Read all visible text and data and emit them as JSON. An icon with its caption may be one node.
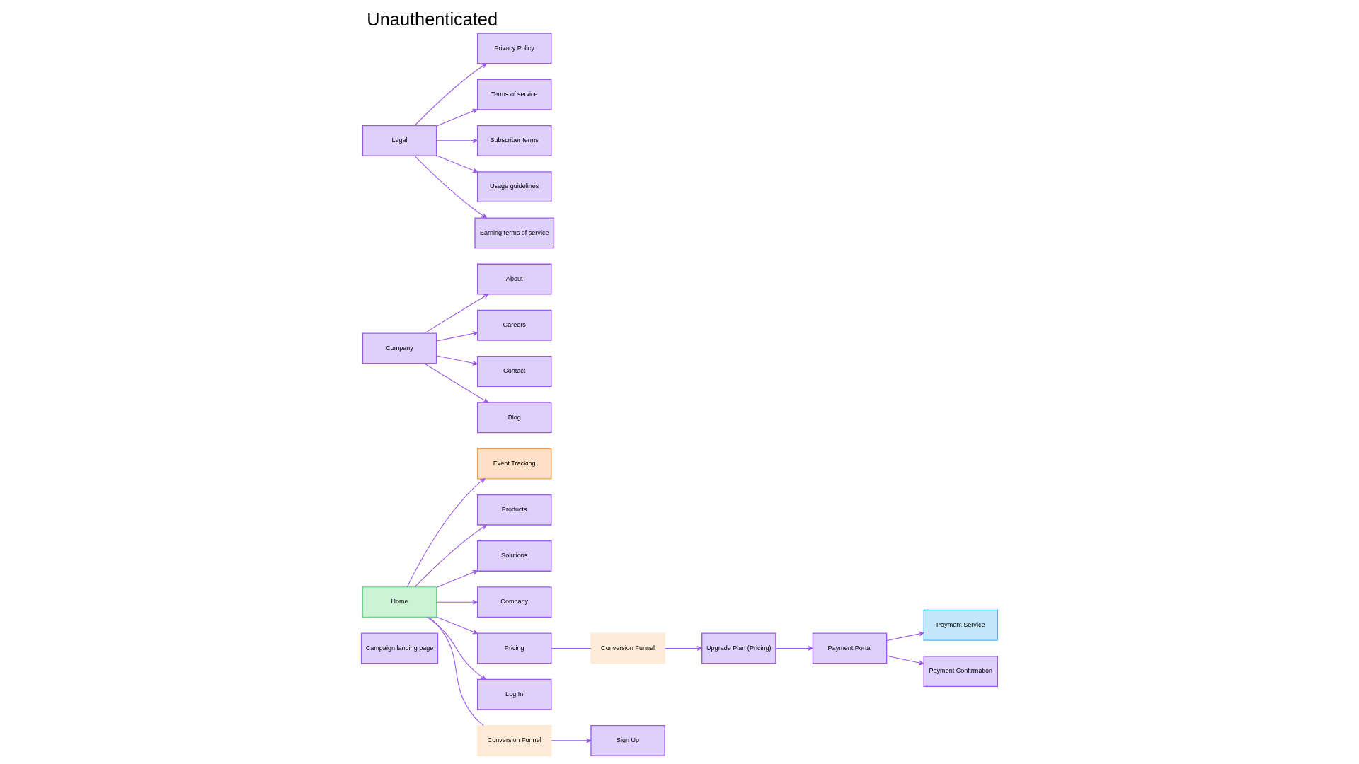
{
  "diagram": {
    "title": "Unauthenticated",
    "nodes": [
      {
        "text": [
          "Campaign landing page"
        ]
      },
      {
        "text": [
          "Home"
        ]
      },
      {
        "text": [
          "Event Tracking"
        ]
      },
      {
        "text": [
          "Products"
        ]
      },
      {
        "text": [
          "Solutions"
        ]
      },
      {
        "text": [
          "Company"
        ]
      },
      {
        "text": [
          "Pricing"
        ]
      },
      {
        "text": [
          "Conversion Funnel"
        ]
      },
      {
        "text": [
          "Upgrade Plan (Pricing)"
        ]
      },
      {
        "text": [
          "Payment Portal"
        ]
      },
      {
        "text": [
          "Payment Service"
        ]
      },
      {
        "text": [
          "Payment Confirmation"
        ]
      },
      {
        "text": [
          "Log In"
        ]
      },
      {
        "text": [
          "Conversion Funnel"
        ]
      },
      {
        "text": [
          "Sign Up"
        ]
      },
      {
        "text": [
          "Company"
        ]
      },
      {
        "text": [
          "About"
        ]
      },
      {
        "text": [
          "Careers"
        ]
      },
      {
        "text": [
          "Contact"
        ]
      },
      {
        "text": [
          "Blog"
        ]
      },
      {
        "text": [
          "Legal"
        ]
      },
      {
        "text": [
          "Privacy Policy"
        ]
      },
      {
        "text": [
          "Terms of service"
        ]
      },
      {
        "text": [
          "Subscriber terms"
        ]
      },
      {
        "text": [
          "Usage guidelines"
        ]
      },
      {
        "text": [
          "Earning terms of service"
        ]
      }
    ],
    "edges": [
      {
        "from": 1,
        "to": 2,
        "arrow": "to"
      },
      {
        "from": 1,
        "to": 3,
        "arrow": "to"
      },
      {
        "from": 1,
        "to": 4,
        "arrow": "to"
      },
      {
        "from": 1,
        "to": 5,
        "arrow": "to"
      },
      {
        "from": 1,
        "to": 6,
        "arrow": "to"
      },
      {
        "from": 6,
        "to": 7,
        "arrow": "none"
      },
      {
        "from": 7,
        "to": 8,
        "arrow": "to"
      },
      {
        "from": 8,
        "to": 9,
        "arrow": "to"
      },
      {
        "from": 9,
        "to": 10,
        "arrow": "to"
      },
      {
        "from": 9,
        "to": 11,
        "arrow": "to"
      },
      {
        "from": 1,
        "to": 12,
        "arrow": "to"
      },
      {
        "from": 1,
        "to": 13,
        "arrow": "none"
      },
      {
        "from": 13,
        "to": 14,
        "arrow": "to"
      },
      {
        "from": 15,
        "to": 16,
        "arrow": "to"
      },
      {
        "from": 15,
        "to": 17,
        "arrow": "to"
      },
      {
        "from": 15,
        "to": 18,
        "arrow": "to"
      },
      {
        "from": 15,
        "to": 19,
        "arrow": "to"
      },
      {
        "from": 20,
        "to": 21,
        "arrow": "to"
      },
      {
        "from": 20,
        "to": 22,
        "arrow": "to"
      },
      {
        "from": 20,
        "to": 23,
        "arrow": "to"
      },
      {
        "from": 20,
        "to": 24,
        "arrow": "to"
      },
      {
        "from": 20,
        "to": 25,
        "arrow": "to"
      }
    ]
  }
}
